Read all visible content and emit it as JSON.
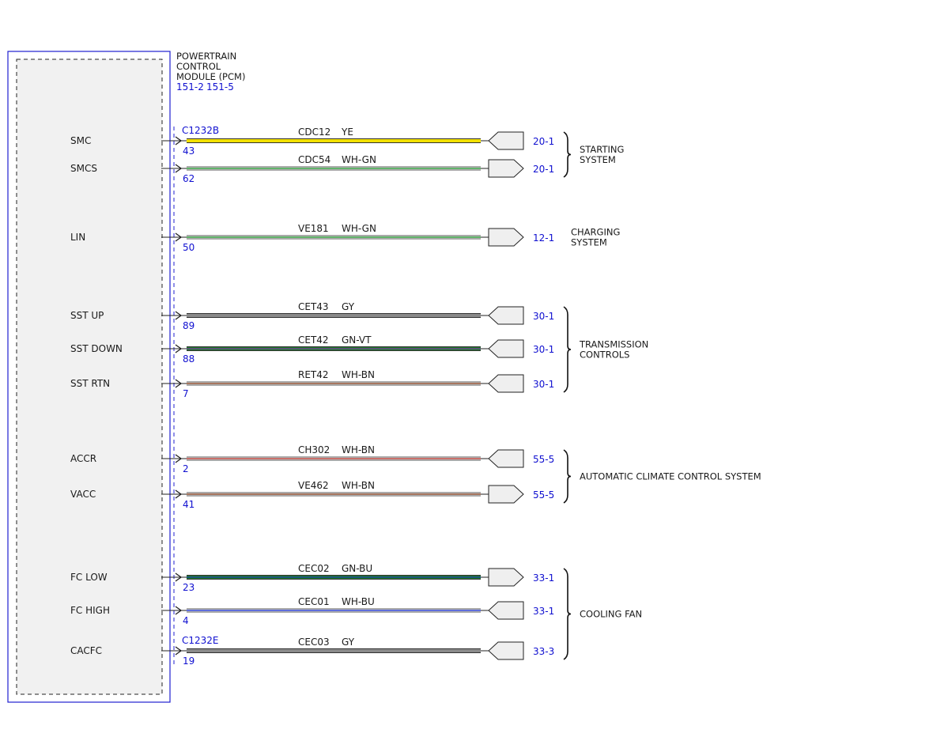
{
  "module": {
    "title_lines": [
      "POWERTRAIN",
      "CONTROL",
      "MODULE (PCM)"
    ],
    "page_refs": [
      "151-2",
      "151-5"
    ]
  },
  "connectors": [
    "C1232B",
    "C1232E"
  ],
  "wires": [
    {
      "signal": "SMC",
      "pin": "43",
      "circuit": "CDC12",
      "color_code": "YE",
      "ref": "20-1",
      "arrow": "in",
      "connector_label": "C1232B",
      "colors": [
        "#f2e000"
      ],
      "thick": true
    },
    {
      "signal": "SMCS",
      "pin": "62",
      "circuit": "CDC54",
      "color_code": "WH-GN",
      "ref": "20-1",
      "arrow": "out",
      "colors": [
        "#ffffff",
        "#2e9b3a"
      ],
      "thick": false
    },
    {
      "signal": "LIN",
      "pin": "50",
      "circuit": "VE181",
      "color_code": "WH-GN",
      "ref": "12-1",
      "arrow": "out",
      "colors": [
        "#ffffff",
        "#2e9b3a"
      ],
      "thick": false
    },
    {
      "signal": "SST UP",
      "pin": "89",
      "circuit": "CET43",
      "color_code": "GY",
      "ref": "30-1",
      "arrow": "in",
      "colors": [
        "#8a8a8a"
      ],
      "thick": true
    },
    {
      "signal": "SST DOWN",
      "pin": "88",
      "circuit": "CET42",
      "color_code": "GN-VT",
      "ref": "30-1",
      "arrow": "in",
      "colors": [
        "#1f7a2a",
        "#7a3fa0"
      ],
      "thick": true
    },
    {
      "signal": "SST RTN",
      "pin": "7",
      "circuit": "RET42",
      "color_code": "WH-BN",
      "ref": "30-1",
      "arrow": "in",
      "colors": [
        "#ffffff",
        "#8b4a2b"
      ],
      "thick": false
    },
    {
      "signal": "ACCR",
      "pin": "2",
      "circuit": "CH302",
      "color_code": "WH-BN",
      "ref": "55-5",
      "arrow": "in",
      "colors": [
        "#ffffff",
        "#b8403a"
      ],
      "thick": false
    },
    {
      "signal": "VACC",
      "pin": "41",
      "circuit": "VE462",
      "color_code": "WH-BN",
      "ref": "55-5",
      "arrow": "out",
      "colors": [
        "#ffffff",
        "#8b4a2b"
      ],
      "thick": false
    },
    {
      "signal": "FC LOW",
      "pin": "23",
      "circuit": "CEC02",
      "color_code": "GN-BU",
      "ref": "33-1",
      "arrow": "out",
      "colors": [
        "#1f7a2a",
        "#1b3fae"
      ],
      "thick": true
    },
    {
      "signal": "FC HIGH",
      "pin": "4",
      "circuit": "CEC01",
      "color_code": "WH-BU",
      "ref": "33-1",
      "arrow": "in",
      "colors": [
        "#ffffff",
        "#2a3fd0"
      ],
      "thick": false
    },
    {
      "signal": "CACFC",
      "pin": "19",
      "circuit": "CEC03",
      "color_code": "GY",
      "ref": "33-3",
      "arrow": "in",
      "connector_label": "C1232E",
      "colors": [
        "#8a8a8a"
      ],
      "thick": true
    }
  ],
  "systems": [
    {
      "lines": [
        "STARTING",
        "SYSTEM"
      ],
      "from": 0,
      "to": 1,
      "brace": true
    },
    {
      "lines": [
        "CHARGING",
        "SYSTEM"
      ],
      "from": 2,
      "to": 2,
      "brace": false
    },
    {
      "lines": [
        "TRANSMISSION",
        "CONTROLS"
      ],
      "from": 3,
      "to": 5,
      "brace": true
    },
    {
      "lines": [
        "AUTOMATIC CLIMATE CONTROL SYSTEM"
      ],
      "from": 6,
      "to": 7,
      "brace": true
    },
    {
      "lines": [
        "COOLING FAN"
      ],
      "from": 8,
      "to": 10,
      "brace": true
    }
  ],
  "style_colors": {
    "module_border": "#2020d0",
    "label_blue": "#1010d0"
  }
}
